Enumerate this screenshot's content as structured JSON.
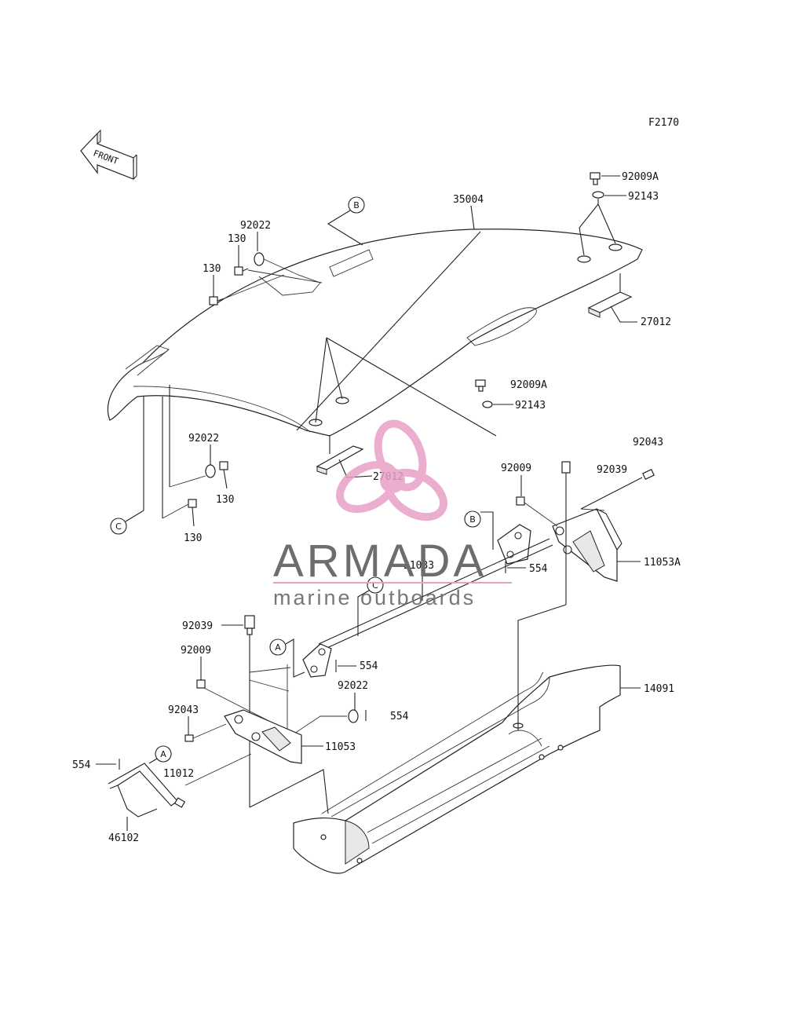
{
  "figure_code": "F2170",
  "front_label": "FRONT",
  "callouts": {
    "a": "A",
    "b": "B",
    "c": "C"
  },
  "parts": {
    "p35004": "35004",
    "p92009A_top": "92009A",
    "p92143_top": "92143",
    "p92022_top": "92022",
    "p130_a": "130",
    "p130_b": "130",
    "p27012_right": "27012",
    "p92009A_mid": "92009A",
    "p92143_mid": "92143",
    "p92022_left": "92022",
    "p130_c": "130",
    "p130_d": "130",
    "p27012_center": "27012",
    "p92043_right": "92043",
    "p92009_right": "92009",
    "p92039_right": "92039",
    "p11053A": "11053A",
    "p554_right": "554",
    "p21033": "21033",
    "p92039_left": "92039",
    "p92009_left": "92009",
    "p554_mid": "554",
    "p92022_lower": "92022",
    "p554_lower": "554",
    "p92043_left": "92043",
    "p11053": "11053",
    "p554_left": "554",
    "p11012": "11012",
    "p46102": "46102",
    "p14091": "14091"
  },
  "watermark": {
    "brand": "ARMADA",
    "tagline": "marine outboards",
    "logo_color": "#e8a0c6"
  }
}
